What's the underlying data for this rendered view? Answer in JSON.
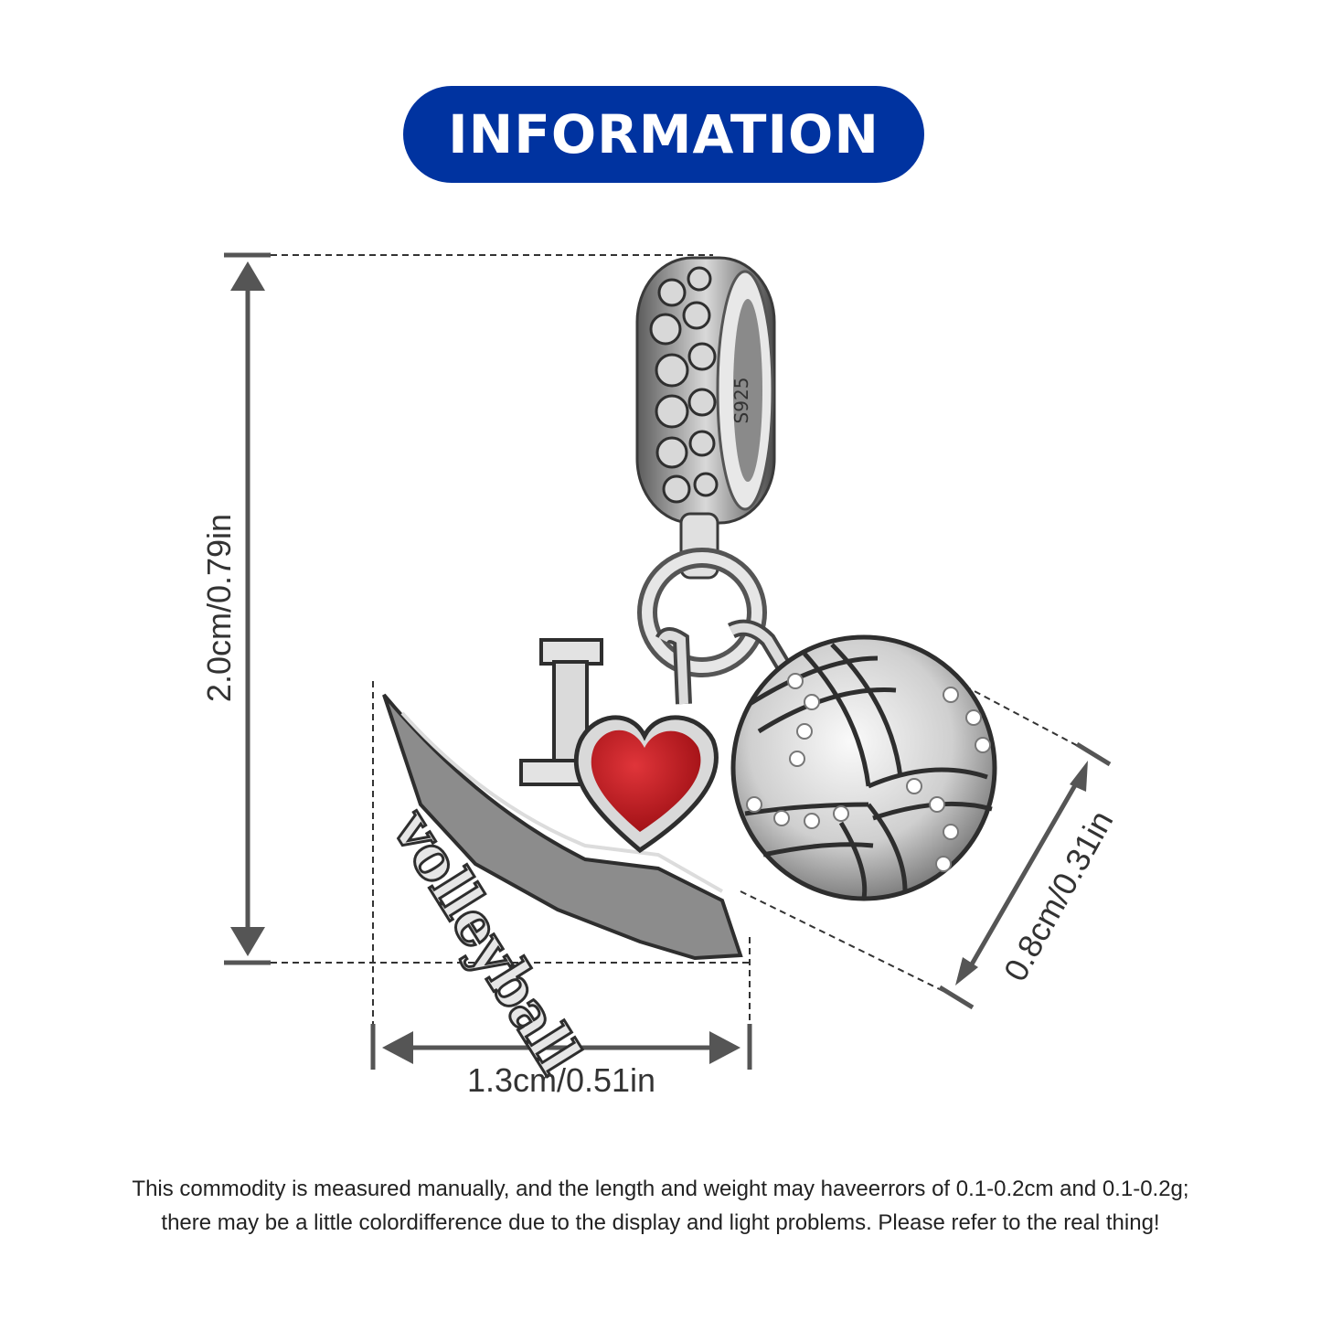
{
  "header": {
    "badge_label": "INFORMATION",
    "badge_color": "#0033a0"
  },
  "dimensions": {
    "height_label": "2.0cm/0.79in",
    "width_label": "1.3cm/0.51in",
    "ball_label": "0.8cm/0.31in"
  },
  "product": {
    "bail_stamp": "S925",
    "charm_word": "volleyball",
    "charm_letter": "I",
    "heart_color": "#c0171c",
    "metal_color": "#9a9a9a"
  },
  "footer": {
    "line1": "This commodity is measured manually, and the length and weight may haveerrors of 0.1-0.2cm and 0.1-0.2g;",
    "line2": "there may be a little colordifference due to the display and light problems. Please refer to the real thing!"
  }
}
